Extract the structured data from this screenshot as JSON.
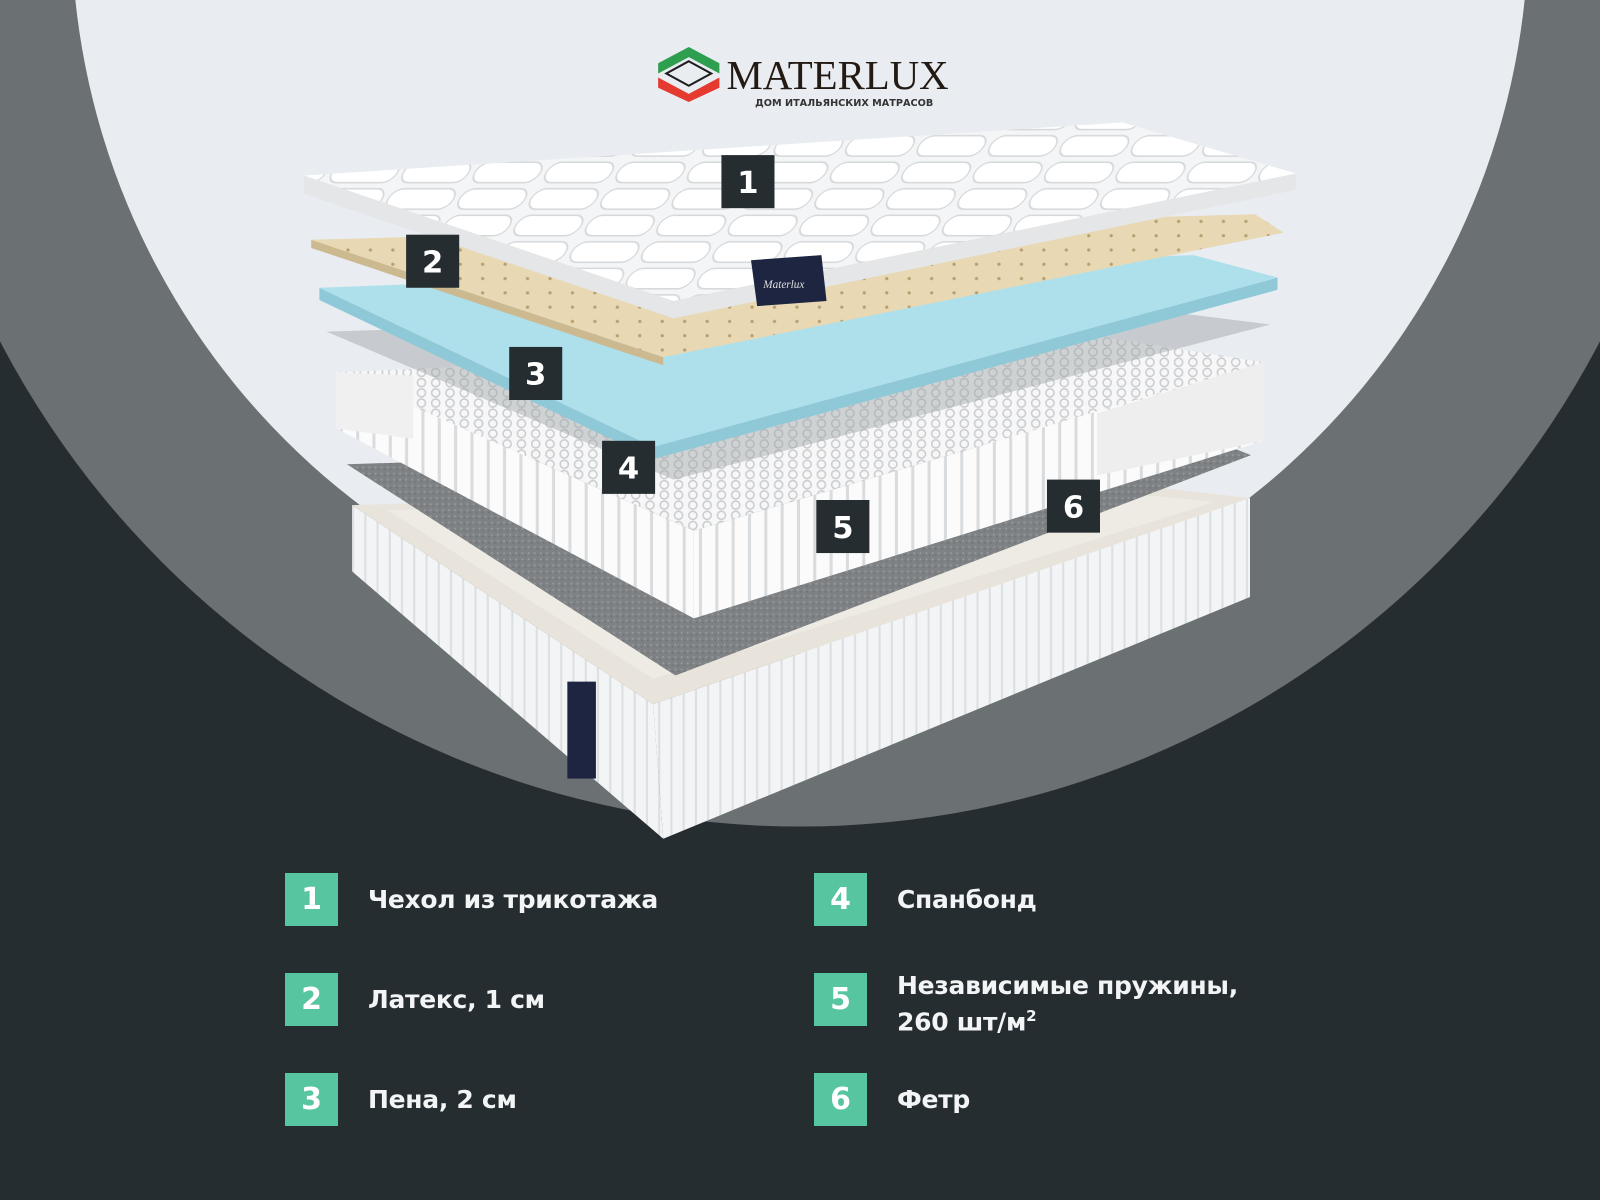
{
  "brand": {
    "name": "MATERLUX",
    "tagline": "ДОМ ИТАЛЬЯНСКИХ МАТРАСОВ",
    "logo_colors": [
      "#2e9e4f",
      "#e43a2f"
    ]
  },
  "tag_text": "Materlux",
  "colors": {
    "background": "#262d30",
    "circle_light": "#e9ecf1",
    "circle_ring": "#6b7073",
    "badge_accent": "#57c5a0",
    "callout_dark": "#262d30"
  },
  "callouts": [
    "1",
    "2",
    "3",
    "4",
    "5",
    "6"
  ],
  "layers": [
    {
      "number": "1",
      "label": "Чехол из трикотажа"
    },
    {
      "number": "2",
      "label": "Латекс, 1 см"
    },
    {
      "number": "3",
      "label": "Пена, 2 см"
    },
    {
      "number": "4",
      "label": "Спанбонд"
    },
    {
      "number": "5",
      "label": "Независимые пружины,",
      "label_line2": "260 шт/м",
      "label_sup": "2"
    },
    {
      "number": "6",
      "label": "Фетр"
    }
  ]
}
